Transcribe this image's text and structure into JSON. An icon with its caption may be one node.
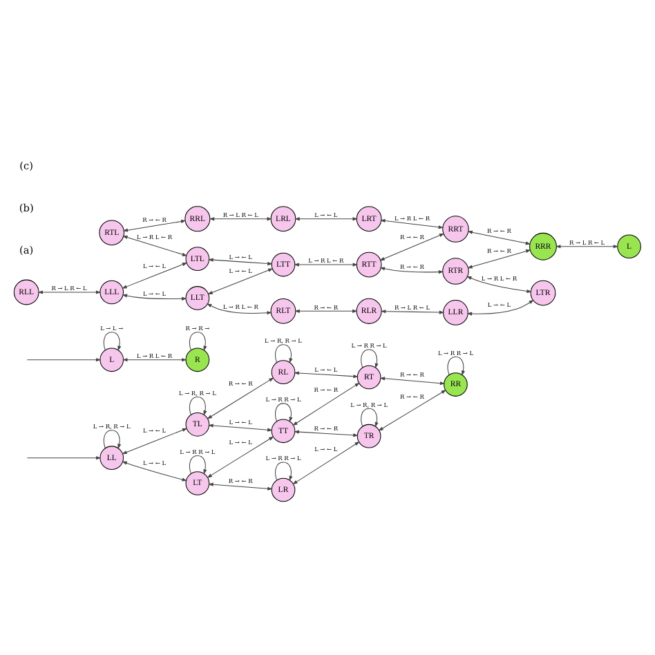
{
  "diagram": {
    "nodes": [
      {
        "text": [
          "LL"
        ]
      },
      {
        "text": [
          "TL"
        ]
      },
      {
        "text": [
          "RL"
        ]
      },
      {
        "text": [
          "LT"
        ]
      },
      {
        "text": [
          "TT"
        ]
      },
      {
        "text": [
          "RT"
        ]
      },
      {
        "text": [
          "LR"
        ]
      },
      {
        "text": [
          "TR"
        ]
      },
      {
        "text": [
          "RR"
        ]
      },
      {
        "text": [
          "L"
        ]
      },
      {
        "text": [
          "R"
        ]
      },
      {
        "text": [
          "RTL"
        ]
      },
      {
        "text": [
          "RRL"
        ]
      },
      {
        "text": [
          "LRL"
        ]
      },
      {
        "text": [
          "LRT"
        ]
      },
      {
        "text": [
          "RLL"
        ]
      },
      {
        "text": [
          "LLL"
        ]
      },
      {
        "text": [
          "LTL"
        ]
      },
      {
        "text": [
          "LTT"
        ]
      },
      {
        "text": [
          "LLT"
        ]
      },
      {
        "text": [
          "RTT"
        ]
      },
      {
        "text": [
          "RRT"
        ]
      },
      {
        "text": [
          "RTR"
        ]
      },
      {
        "text": [
          "RRR"
        ]
      },
      {
        "text": [
          "L"
        ]
      },
      {
        "text": [
          "RLT"
        ]
      },
      {
        "text": [
          "RLR"
        ]
      },
      {
        "text": [
          "LLR"
        ]
      },
      {
        "text": [
          "LTR"
        ]
      }
    ],
    "edges": [
      {
        "from": null,
        "to": 0,
        "arrow": "to"
      },
      {
        "from": 0,
        "to": 0,
        "arrow": "to",
        "label": "L → R, R → L"
      },
      {
        "from": 1,
        "to": 1,
        "arrow": "to",
        "label": "L → R, R → L"
      },
      {
        "from": 2,
        "to": 2,
        "arrow": "to",
        "label": "L → R, R → L"
      },
      {
        "from": 0,
        "to": 1,
        "arrow": "both",
        "label": "L → ← L"
      },
      {
        "from": 1,
        "to": 2,
        "arrow": "both",
        "label": "R → ← R"
      },
      {
        "from": 0,
        "to": 3,
        "arrow": "both",
        "label": "L → ← L"
      },
      {
        "from": 1,
        "to": 4,
        "arrow": "both",
        "label": "L → ← L"
      },
      {
        "from": 2,
        "to": 5,
        "arrow": "both",
        "label": "L → ← L"
      },
      {
        "from": 3,
        "to": 3,
        "arrow": "to",
        "label": "L → R R → L"
      },
      {
        "from": 3,
        "to": 4,
        "arrow": "both",
        "label": "L → ← L"
      },
      {
        "from": 4,
        "to": 5,
        "arrow": "both",
        "label": "R → ← R"
      },
      {
        "from": 5,
        "to": 5,
        "arrow": "to",
        "label": "L → R R → L"
      },
      {
        "from": 4,
        "to": 4,
        "arrow": "to",
        "label": "L → R R → L"
      },
      {
        "from": 3,
        "to": 6,
        "arrow": "both",
        "label": "R → ← R"
      },
      {
        "from": 4,
        "to": 7,
        "arrow": "both",
        "label": "R → ← R"
      },
      {
        "from": 5,
        "to": 8,
        "arrow": "both",
        "label": "R → ← R"
      },
      {
        "from": 6,
        "to": 6,
        "arrow": "to",
        "label": "L → R R → L"
      },
      {
        "from": 6,
        "to": 7,
        "arrow": "both",
        "label": "L → ← L"
      },
      {
        "from": 7,
        "to": 8,
        "arrow": "both",
        "label": "R → ← R"
      },
      {
        "from": 8,
        "to": 8,
        "arrow": "to",
        "label": "L → R R → L"
      },
      {
        "from": 7,
        "to": 7,
        "arrow": "to",
        "label": "L → R, R → L"
      },
      {
        "from": null,
        "to": 9,
        "arrow": "to"
      },
      {
        "from": 9,
        "to": 9,
        "arrow": "to",
        "label": "L → L →"
      },
      {
        "from": 9,
        "to": 10,
        "arrow": "both",
        "label": "L → R L ← R"
      },
      {
        "from": 10,
        "to": 10,
        "arrow": "to",
        "label": "R → R →"
      },
      {
        "from": 11,
        "to": 12,
        "arrow": "both",
        "label": "R → ← R"
      },
      {
        "from": 12,
        "to": 13,
        "arrow": "both",
        "label": "R → L R ← L"
      },
      {
        "from": 13,
        "to": 14,
        "arrow": "both",
        "label": "L → ← L"
      },
      {
        "from": 11,
        "to": 17,
        "arrow": "both",
        "label": "L → R L ← R"
      },
      {
        "from": 14,
        "to": 21,
        "arrow": "both",
        "label": "L → R L ← R"
      },
      {
        "from": 15,
        "to": 16,
        "arrow": "both",
        "label": "R → L R ← L"
      },
      {
        "from": 16,
        "to": 17,
        "arrow": "both",
        "label": "L → ← L"
      },
      {
        "from": 17,
        "to": 18,
        "arrow": "both",
        "label": "L → ← L"
      },
      {
        "from": 16,
        "to": 19,
        "arrow": "both",
        "label": "L → ← L"
      },
      {
        "from": 19,
        "to": 18,
        "arrow": "both",
        "label": "L → ← L"
      },
      {
        "from": 18,
        "to": 20,
        "arrow": "both",
        "label": "L → R L ← R"
      },
      {
        "from": 20,
        "to": 21,
        "arrow": "both",
        "label": "R → ← R"
      },
      {
        "from": 21,
        "to": 23,
        "arrow": "both",
        "label": "R → ← R"
      },
      {
        "from": 20,
        "to": 22,
        "arrow": "both",
        "label": "R → ← R"
      },
      {
        "from": 22,
        "to": 23,
        "arrow": "both",
        "label": "R → ← R"
      },
      {
        "from": 23,
        "to": 24,
        "arrow": "both",
        "label": "R → L R ← L"
      },
      {
        "from": 19,
        "to": 25,
        "arrow": "both",
        "label": "L → R L ← R"
      },
      {
        "from": 22,
        "to": 28,
        "arrow": "both",
        "label": "L → R L ← R"
      },
      {
        "from": 25,
        "to": 26,
        "arrow": "both",
        "label": "R → ← R"
      },
      {
        "from": 26,
        "to": 27,
        "arrow": "both",
        "label": "R → L R ← L"
      },
      {
        "from": 27,
        "to": 28,
        "arrow": "both",
        "label": "L → ← L"
      }
    ],
    "labels": [
      "(a)",
      "(b)",
      "(c)"
    ]
  }
}
